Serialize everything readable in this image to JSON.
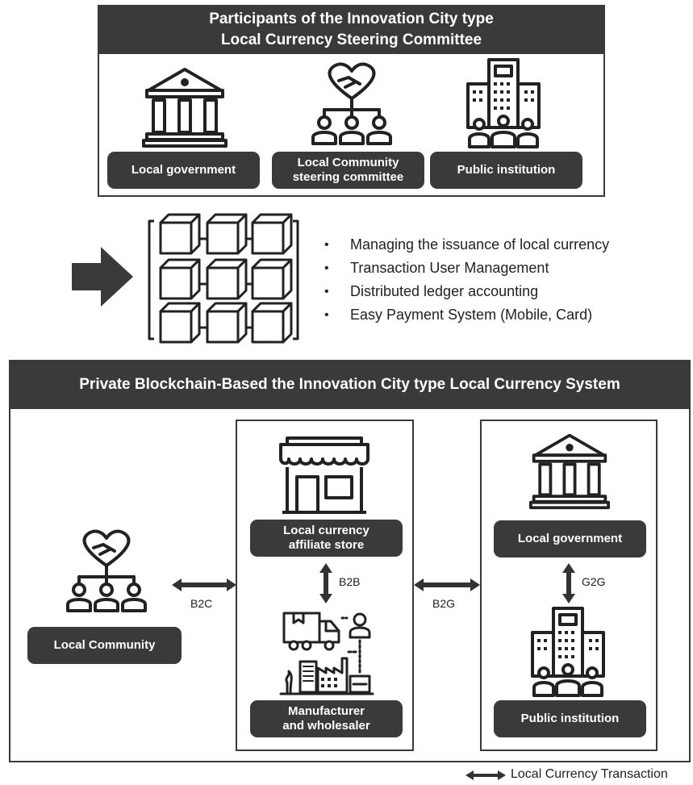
{
  "committee": {
    "title_line1": "Participants of the Innovation City type",
    "title_line2": "Local Currency Steering Committee",
    "participants": [
      {
        "label": "Local government",
        "icon": "government-building-icon"
      },
      {
        "label_line1": "Local Community",
        "label_line2": "steering committee",
        "icon": "community-handshake-icon"
      },
      {
        "label": "Public institution",
        "icon": "public-institution-icon"
      }
    ]
  },
  "features": [
    "Managing the issuance of local currency",
    "Transaction User Management",
    "Distributed ledger accounting",
    "Easy Payment System (Mobile, Card)"
  ],
  "system": {
    "title": "Private Blockchain-Based the Innovation City type Local Currency System",
    "local_community": "Local Community",
    "affiliate_store_line1": "Local currency",
    "affiliate_store_line2": "affiliate store",
    "manufacturer_line1": "Manufacturer",
    "manufacturer_line2": "and wholesaler",
    "local_government": "Local government",
    "public_institution": "Public institution",
    "b2c": "B2C",
    "b2b": "B2B",
    "b2g": "B2G",
    "g2g": "G2G"
  },
  "legend": {
    "label": "Local Currency Transaction"
  },
  "colors": {
    "dark": "#3a3a3a",
    "line": "#333333"
  }
}
